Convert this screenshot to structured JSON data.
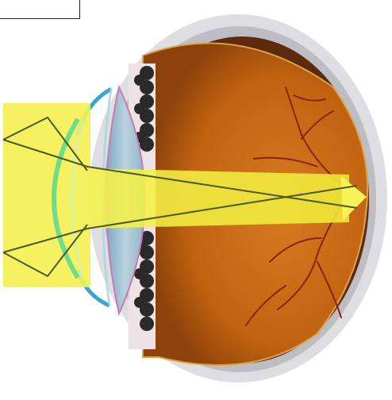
{
  "diagram": {
    "colors": {
      "background": "#ffffff",
      "sclera_outer": "#d9d9dc",
      "sclera_inner": "#b8b8bd",
      "retina_orange": "#c86a16",
      "retina_deep": "#a9520d",
      "choroid_dark": "#6e3010",
      "blood_vessel": "#8a1e10",
      "lens_blue": "#9fbecf",
      "iris_dark": "#2a2a2a",
      "cornea_cyan": "#41a9cf",
      "light_beam": "#f2ee3a",
      "light_source": "#f4f052",
      "corrective_lens": "#6fdc8c",
      "ray_line": "#4a5a2a"
    },
    "elements": [
      "eyeball",
      "retina",
      "blood-vessels",
      "iris",
      "crystalline-lens",
      "cornea",
      "corrective-lens",
      "light-beam",
      "light-rays",
      "focal-point"
    ]
  }
}
